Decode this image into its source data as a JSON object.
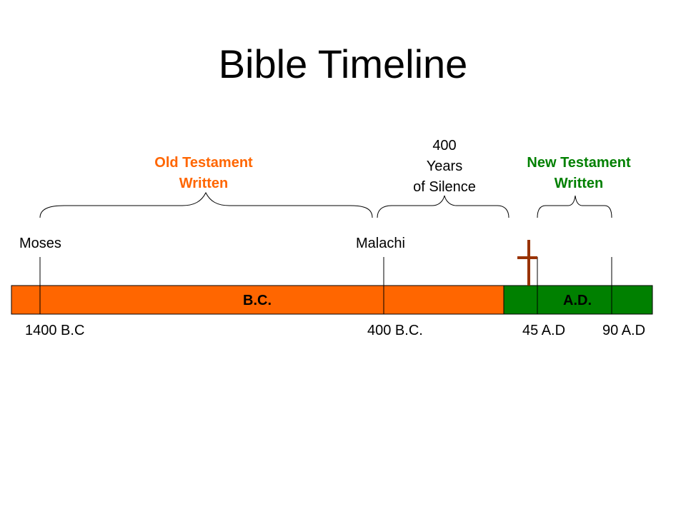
{
  "title": "Bible Timeline",
  "colors": {
    "bc": "#ff6600",
    "ad": "#008000",
    "cross": "#993300",
    "ot": "#ff6600",
    "nt": "#008000"
  },
  "braces": {
    "old_testament": {
      "line1": "Old Testament",
      "line2": "Written"
    },
    "silence": {
      "line1": "400",
      "line2": "Years",
      "line3": "of Silence"
    },
    "new_testament": {
      "line1": "New Testament",
      "line2": "Written"
    }
  },
  "markers": {
    "moses": "Moses",
    "malachi": "Malachi"
  },
  "bar": {
    "bc": "B.C.",
    "ad": "A.D."
  },
  "dates": [
    "1400 B.C",
    "400 B.C.",
    "45 A.D",
    "90 A.D"
  ],
  "icons": {
    "cross": "cross-icon"
  }
}
